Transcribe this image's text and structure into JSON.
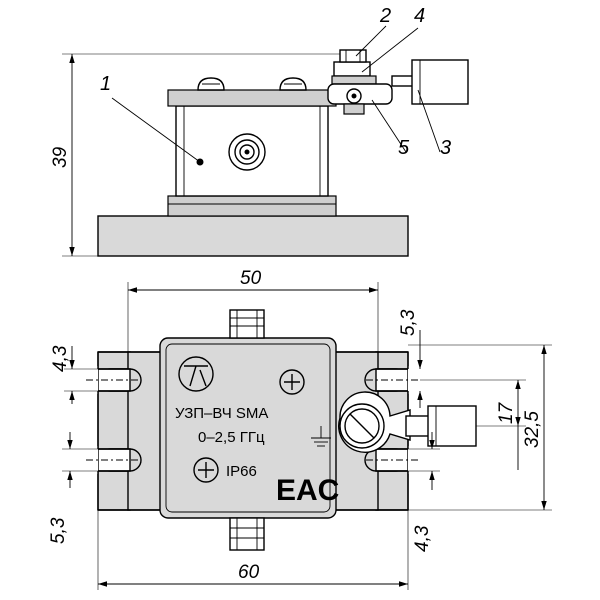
{
  "callouts": [
    "1",
    "2",
    "3",
    "4",
    "5"
  ],
  "dimensions": {
    "total_height": "39",
    "body_width": "50",
    "overall_width": "60",
    "slot_width_left": "4,3",
    "slot_width_right": "4,3",
    "slot_pitch_left": "5,3",
    "slot_pitch_right": "5,3",
    "connector_offset": "17",
    "mount_span": "32,5"
  },
  "device_label": {
    "model": "УЗП–ВЧ SMA",
    "frequency": "0–2,5 ГГц",
    "protection": "IP66",
    "certification": "EAC"
  },
  "icons": [
    "company-logo-icon",
    "ground-symbol-icon",
    "screw-icon"
  ]
}
